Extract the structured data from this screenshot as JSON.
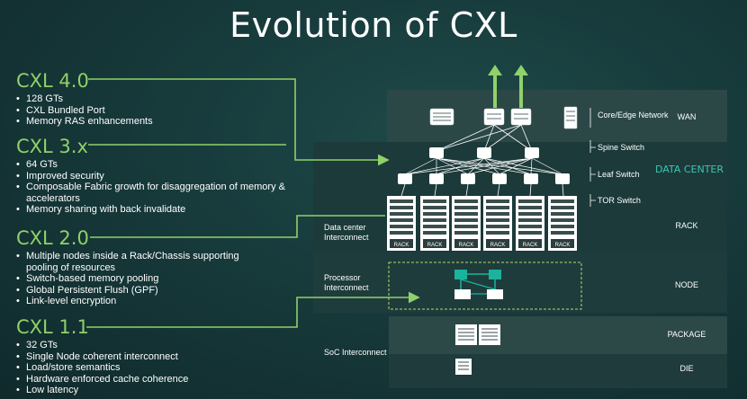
{
  "title": "Evolution of CXL",
  "versions": [
    {
      "name": "CXL 4.0",
      "items": [
        "128 GTs",
        "CXL Bundled Port",
        "Memory RAS enhancements"
      ]
    },
    {
      "name": "CXL 3.x",
      "items": [
        "64 GTs",
        "Improved security",
        "Composable Fabric growth for disaggregation of memory & accelerators",
        "Memory sharing with back invalidate"
      ]
    },
    {
      "name": "CXL 2.0",
      "items": [
        "Multiple nodes inside a Rack/Chassis supporting pooling of resources",
        "Switch-based memory pooling",
        "Global Persistent Flush (GPF)",
        "Link-level encryption"
      ]
    },
    {
      "name": "CXL 1.1",
      "items": [
        "32 GTs",
        "Single Node coherent interconnect",
        "Load/store semantics",
        "Hardware enforced cache coherence",
        "Low latency"
      ]
    }
  ],
  "diagram": {
    "labels": {
      "core_edge": "Core/Edge Network",
      "spine": "Spine Switch",
      "leaf": "Leaf Switch",
      "tor": "TOR Switch",
      "rack": "RACK"
    },
    "levels": {
      "wan": "WAN",
      "data_center": "DATA CENTER",
      "rack": "RACK",
      "node": "NODE",
      "package": "PACKAGE",
      "die": "DIE"
    },
    "interconnects": {
      "data_center": "Data center Interconnect",
      "processor": "Processor Interconnect",
      "soc": "SoC Interconnect"
    }
  },
  "colors": {
    "accent_green": "#8fd16a",
    "teal": "#3cc6b0",
    "background": "#173a3b"
  }
}
